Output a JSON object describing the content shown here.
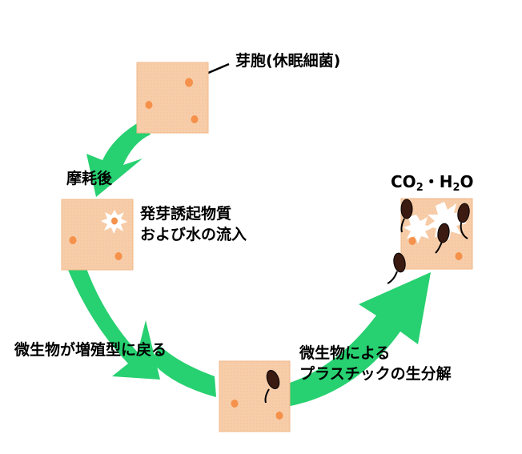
{
  "labels": {
    "spore": "芽胞(休眠細菌)",
    "after_abrasion": "摩耗後",
    "germinant_line1": "発芽誘起物質",
    "germinant_line2": "および水の流入",
    "return_vegetative": "微生物が増殖型に戻る",
    "biodeg_line1": "微生物による",
    "biodeg_line2": "プラスチックの生分解",
    "products": {
      "co": "CO",
      "co_sub": "2",
      "middle": "・H",
      "h_sub": "2",
      "o": "O"
    }
  },
  "colors": {
    "arrow": "#27d070",
    "tile": "#f7cda9",
    "tile_edge": "#f1b98c",
    "spore": "#f5914a",
    "bacterium": "#3b1a12"
  }
}
